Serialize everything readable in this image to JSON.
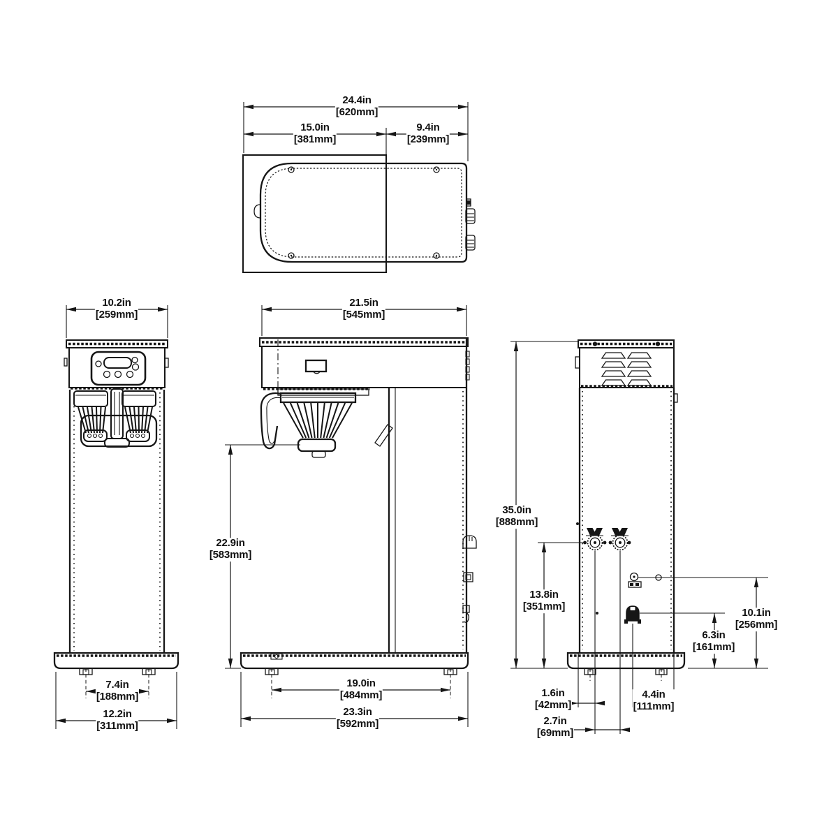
{
  "drawing": {
    "type": "technical-dimension-drawing",
    "subject": "tall coffee/tea brewer, four orthographic views",
    "views": {
      "top": "top-view",
      "front": "front-view",
      "side": "side-view",
      "rear": "rear-view"
    },
    "dimensions": {
      "top": {
        "overall": {
          "in": "24.4in",
          "mm": "[620mm]"
        },
        "body": {
          "in": "15.0in",
          "mm": "[381mm]"
        },
        "overhang": {
          "in": "9.4in",
          "mm": "[239mm]"
        }
      },
      "front": {
        "width": {
          "in": "10.2in",
          "mm": "[259mm]"
        },
        "feet": {
          "in": "7.4in",
          "mm": "[188mm]"
        },
        "base": {
          "in": "12.2in",
          "mm": "[311mm]"
        }
      },
      "side": {
        "depth": {
          "in": "21.5in",
          "mm": "[545mm]"
        },
        "clearance": {
          "in": "22.9in",
          "mm": "[583mm]"
        },
        "feet": {
          "in": "19.0in",
          "mm": "[484mm]"
        },
        "base": {
          "in": "23.3in",
          "mm": "[592mm]"
        }
      },
      "rear": {
        "height": {
          "in": "35.0in",
          "mm": "[888mm]"
        },
        "inlet_height": {
          "in": "13.8in",
          "mm": "[351mm]"
        },
        "fitting_height_low": {
          "in": "6.3in",
          "mm": "[161mm]"
        },
        "fitting_height_high": {
          "in": "10.1in",
          "mm": "[256mm]"
        },
        "offset_left": {
          "in": "1.6in",
          "mm": "[42mm]"
        },
        "offset_center": {
          "in": "2.7in",
          "mm": "[69mm]"
        },
        "offset_right": {
          "in": "4.4in",
          "mm": "[111mm]"
        }
      }
    }
  }
}
